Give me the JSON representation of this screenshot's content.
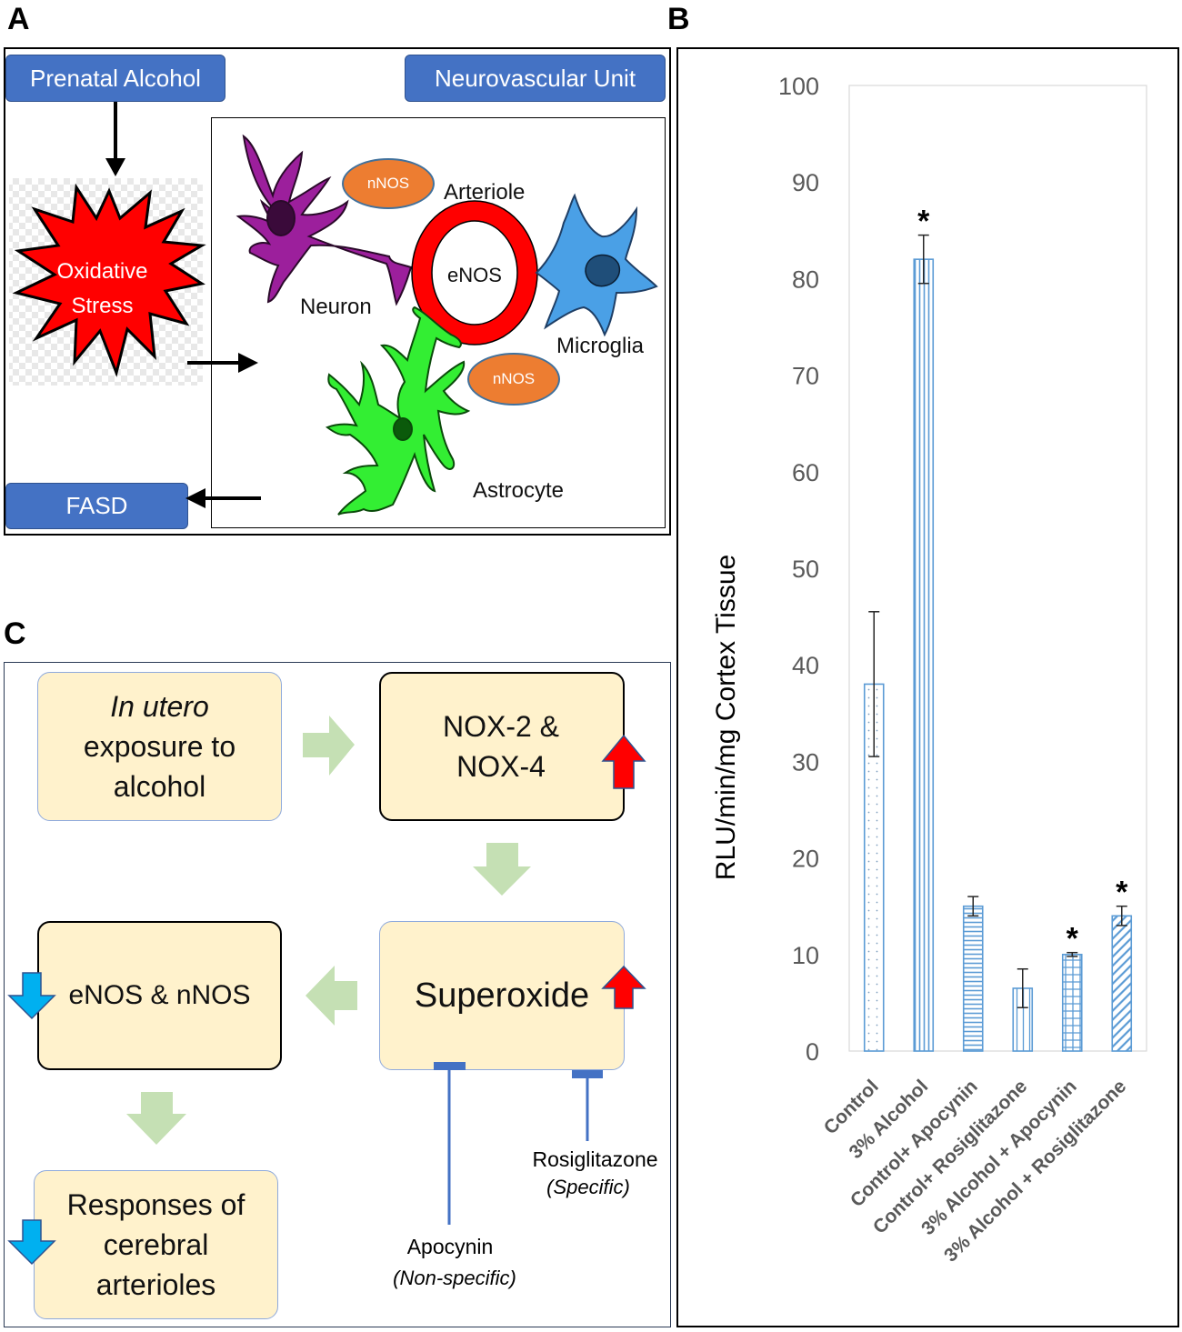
{
  "panel_a": {
    "letter": "A",
    "prenatal_alcohol": "Prenatal Alcohol",
    "neurovascular_unit": "Neurovascular Unit",
    "oxidative_stress_line1": "Oxidative",
    "oxidative_stress_line2": "Stress",
    "fasd": "FASD",
    "nnos_top": "nNOS",
    "nnos_bottom": "nNOS",
    "arteriole": "Arteriole",
    "enos": "eNOS",
    "neuron": "Neuron",
    "microglia": "Microglia",
    "astrocyte": "Astrocyte"
  },
  "panel_b": {
    "letter": "B"
  },
  "panel_c": {
    "letter": "C",
    "box1_line1": "In utero",
    "box1_line2": "exposure to",
    "box1_line3": "alcohol",
    "box2_line1": "NOX-2 &",
    "box2_line2": "NOX-4",
    "box3": "Superoxide",
    "box4": "eNOS & nNOS",
    "box5_line1": "Responses of",
    "box5_line2": "cerebral",
    "box5_line3": "arterioles",
    "rosiglitazone": "Rosiglitazone",
    "rosiglitazone_note": "(Specific)",
    "apocynin": "Apocynin",
    "apocynin_note": "(Non-specific)"
  },
  "colors": {
    "blue_box": "#4472c4",
    "flow_box": "#fff2cc",
    "green_arrow": "#c5e0b4",
    "red_arrow": "#ff0000",
    "down_arrow": "#00b0f0",
    "bar_outline": "#5b9bd5",
    "nnos_oval": "#ed7d31"
  },
  "chart_data": {
    "type": "bar",
    "ylabel": "RLU/min/mg Cortex Tissue",
    "ylim": [
      0,
      100
    ],
    "yticks": [
      0,
      10,
      20,
      30,
      40,
      50,
      60,
      70,
      80,
      90,
      100
    ],
    "categories": [
      "Control",
      "3% Alcohol",
      "Control+ Apocynin",
      "Control+ Rosiglitazone",
      "3% Alcohol + Apocynin",
      "3% Alcohol + Rosiglitazone"
    ],
    "values": [
      38,
      82,
      15,
      6.5,
      10,
      14
    ],
    "errors": [
      7.5,
      2.5,
      1,
      2,
      0.2,
      1
    ],
    "significance": [
      "",
      "*",
      "",
      "",
      "*",
      "*"
    ],
    "patterns": [
      "dots",
      "vertical",
      "horizontal",
      "wide-vertical",
      "grid",
      "diagonal"
    ]
  }
}
